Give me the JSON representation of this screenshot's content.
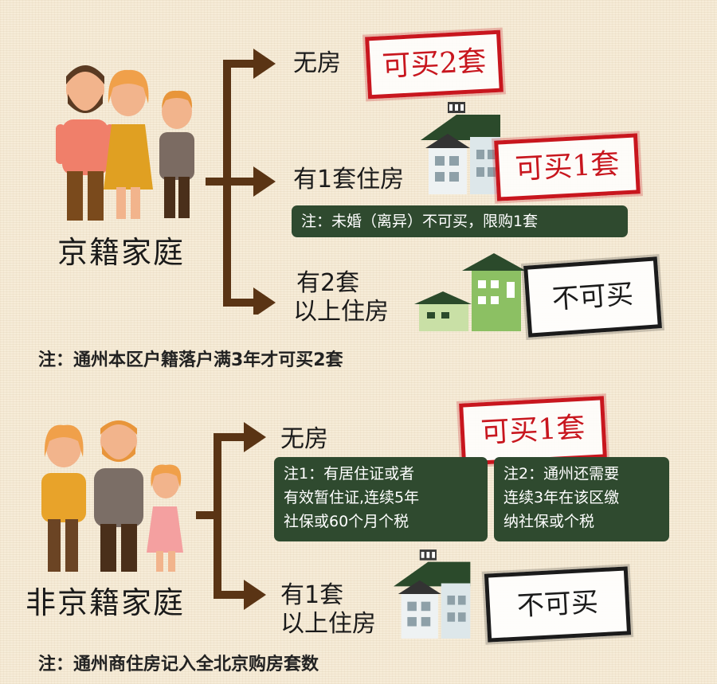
{
  "colors": {
    "bracket": "#5a3414",
    "stamp_red": "#c8161e",
    "stamp_black": "#1b1b1b",
    "note_bg": "#2f4a2f"
  },
  "beijing": {
    "family_label": "京籍家庭",
    "option1": {
      "label": "无房",
      "stamp": "可买2套"
    },
    "option2": {
      "label": "有1套住房",
      "stamp": "可买1套",
      "note": "注：未婚（离异）不可买，限购1套"
    },
    "option3": {
      "label_line1": "有2套",
      "label_line2": "以上住房",
      "stamp": "不可买"
    },
    "footnote": "注：通州本区户籍落户满3年才可买2套"
  },
  "non_beijing": {
    "family_label": "非京籍家庭",
    "option1": {
      "label": "无房",
      "stamp": "可买1套",
      "note1": [
        "注1：有居住证或者",
        "有效暂住证,连续5年",
        "社保或60个月个税"
      ],
      "note2": [
        "注2：通州还需要",
        "连续3年在该区缴",
        "纳社保或个税"
      ]
    },
    "option2": {
      "label_line1": "有1套",
      "label_line2": "以上住房",
      "stamp": "不可买"
    },
    "footnote": "注：通州商住房记入全北京购房套数"
  }
}
